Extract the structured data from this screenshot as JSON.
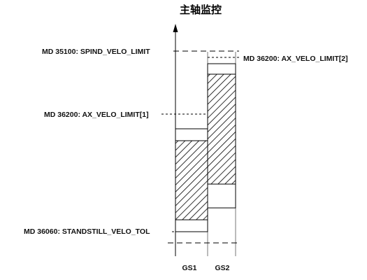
{
  "title": "主轴监控",
  "labels": {
    "spind_velo_limit": "MD 35100: SPIND_VELO_LIMIT",
    "ax_velo_limit_2": "MD 36200: AX_VELO_LIMIT[2]",
    "ax_velo_limit_1": "MD 36200: AX_VELO_LIMIT[1]",
    "standstill_velo_tol": "MD 36060: STANDSTILL_VELO_TOL"
  },
  "gears": {
    "gs1": "GS1",
    "gs2": "GS2"
  }
}
